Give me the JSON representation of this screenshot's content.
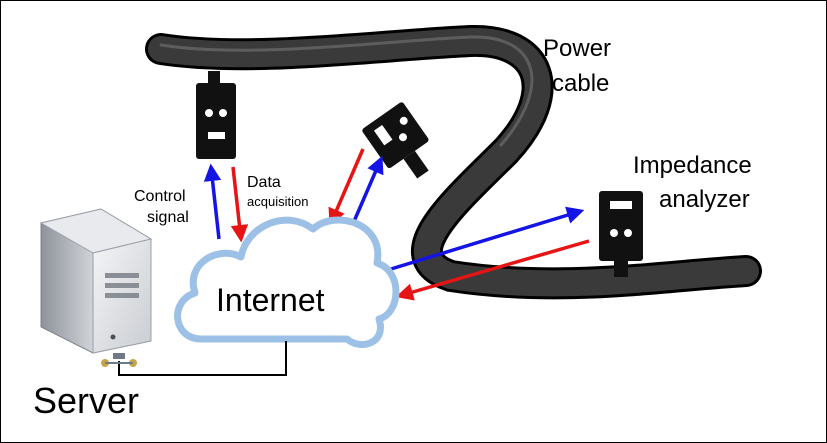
{
  "labels": {
    "power_cable_line1": "Power",
    "power_cable_line2": "cable",
    "impedance_line1": "Impedance",
    "impedance_line2": "analyzer",
    "control_line1": "Control",
    "control_line2": "signal",
    "data_line1": "Data",
    "data_line2": "acquisition",
    "internet": "Internet",
    "server": "Server"
  },
  "colors": {
    "cable": "#3a3a3a",
    "cloud_outline": "#9cc0e6",
    "control_arrow": "#1414e6",
    "data_arrow": "#e61414",
    "device": "#111111",
    "server_body": "#b9bcc2"
  }
}
